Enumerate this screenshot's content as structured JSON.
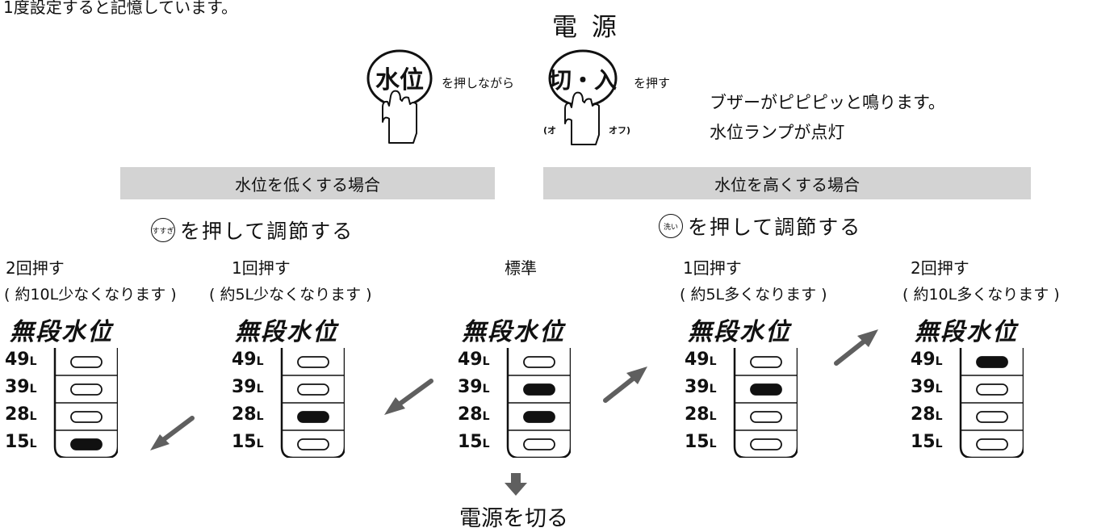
{
  "header": {
    "note": "1度設定すると記憶しています。",
    "power_title": "電 源"
  },
  "buttons": {
    "water_level": "水位",
    "press_while": "を押しながら",
    "power": "切・入",
    "power_left": "(オ",
    "power_right": "オフ)",
    "press": "を押す"
  },
  "result": {
    "line1": "ブザーがピピピッと鳴ります。",
    "line2": "水位ランプが点灯"
  },
  "sections": {
    "lower": {
      "banner": "水位を低くする場合",
      "badge": "すすぎ",
      "instruction": "を押して調節する"
    },
    "higher": {
      "banner": "水位を高くする場合",
      "badge": "洗い",
      "instruction": "を押して調節する"
    }
  },
  "levels_labels": [
    "49",
    "39",
    "28",
    "15"
  ],
  "level_unit": "L",
  "panel_title": "無段水位",
  "panels": [
    {
      "count": "2回押す",
      "note": "( 約10L少なくなります )",
      "lit": [
        false,
        false,
        false,
        true
      ]
    },
    {
      "count": "1回押す",
      "note": "( 約5L少なくなります )",
      "lit": [
        false,
        false,
        true,
        false
      ]
    },
    {
      "count": "標準",
      "note": "",
      "lit": [
        false,
        true,
        true,
        false
      ]
    },
    {
      "count": "1回押す",
      "note": "( 約5L多くなります )",
      "lit": [
        false,
        true,
        false,
        false
      ]
    },
    {
      "count": "2回押す",
      "note": "( 約10L多くなります )",
      "lit": [
        true,
        false,
        false,
        false
      ]
    }
  ],
  "footer": {
    "power_off": "電源を切る"
  },
  "colors": {
    "banner": "#d3d3d3",
    "arrow": "#5f5f5f",
    "ink": "#111111"
  }
}
